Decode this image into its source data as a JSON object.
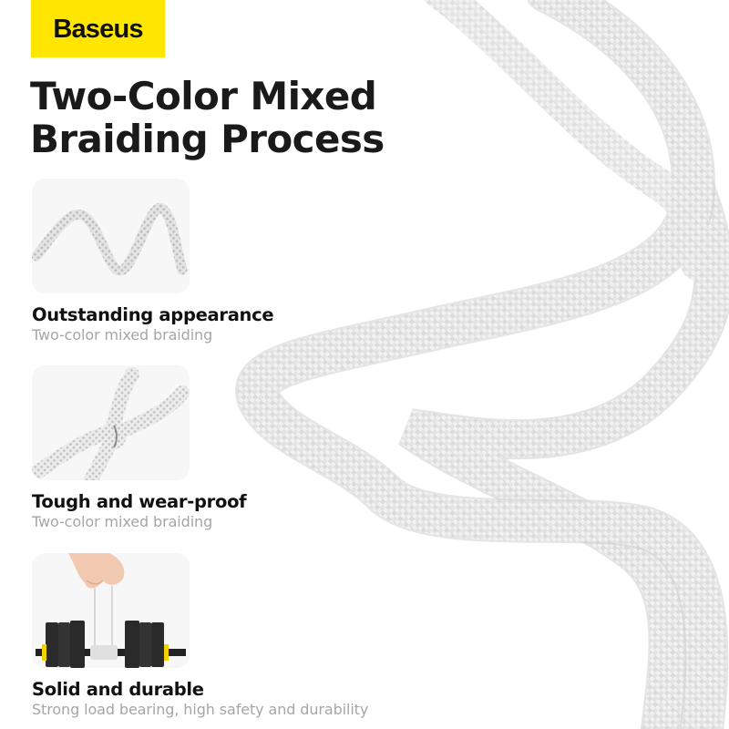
{
  "brand": {
    "logo_text": "Baseus",
    "logo_bg": "#FFE600"
  },
  "headline": {
    "line1": "Two-Color Mixed",
    "line2": "Braiding Process"
  },
  "features": [
    {
      "title": "Outstanding appearance",
      "subtitle": "Two-color mixed braiding",
      "image": "wavy-braided-cable"
    },
    {
      "title": "Tough and wear-proof",
      "subtitle": "Two-color mixed braiding",
      "image": "knotted-braided-cable"
    },
    {
      "title": "Solid and durable",
      "subtitle": "Strong load bearing, high safety and durability",
      "image": "cable-lifting-dumbbell"
    }
  ],
  "hero_image": "white-braided-cable-spiral",
  "colors": {
    "title": "#1a1a1a",
    "subtitle": "#a6a6a6",
    "card_bg": "#f7f7f7",
    "cable": "#e9e9e9"
  }
}
